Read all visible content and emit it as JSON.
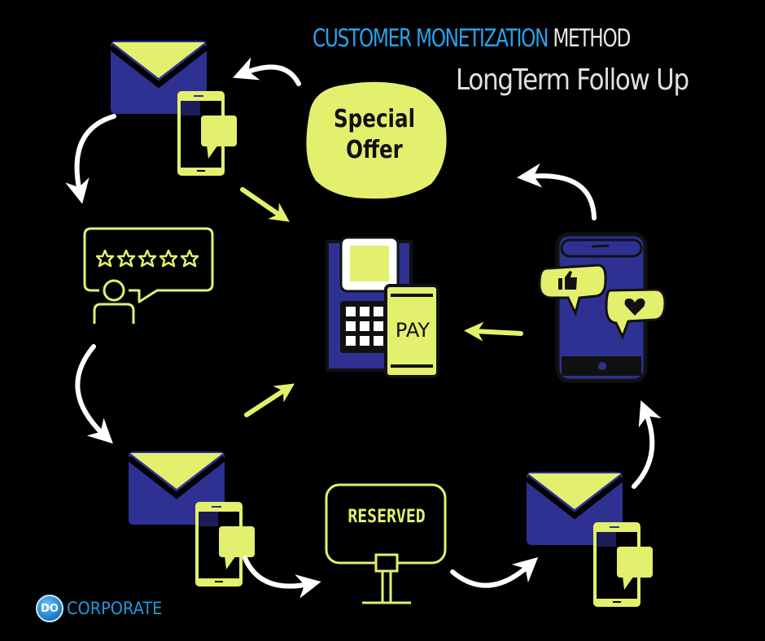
{
  "header": {
    "title_part1": "CUSTOMER MONETIZATION",
    "title_part2": "METHOD",
    "subtitle": "LongTerm Follow Up"
  },
  "colors": {
    "accent_yellow": "#e3f06e",
    "navy": "#2e3192",
    "title_blue": "#29a3ec",
    "background": "#000000",
    "arrow_white": "#ffffff"
  },
  "center": {
    "icon": "payment-terminal-icon",
    "pay_label": "PAY"
  },
  "nodes": [
    {
      "id": "email-top-left",
      "icon": "email-phone-chat-icon"
    },
    {
      "id": "review",
      "icon": "five-star-review-icon"
    },
    {
      "id": "email-bottom-left",
      "icon": "email-phone-chat-icon"
    },
    {
      "id": "reserved",
      "icon": "reserved-sign-icon",
      "label": "RESERVED"
    },
    {
      "id": "email-bottom-right",
      "icon": "email-phone-chat-icon"
    },
    {
      "id": "social-phone",
      "icon": "phone-like-heart-icon"
    },
    {
      "id": "special-offer",
      "icon": "special-offer-badge",
      "label_line1": "Special",
      "label_line2": "Offer"
    }
  ],
  "logo": {
    "mark": "DO",
    "name": "CORPORATE"
  }
}
